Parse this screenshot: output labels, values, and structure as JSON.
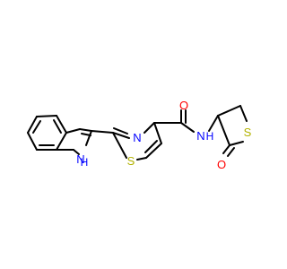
{
  "molecule": {
    "atoms": {
      "indole_n": "N",
      "indole_h": "H",
      "thiazole_n": "N",
      "thiazole_s": "S",
      "carbonyl_o": "O",
      "amide_n": "N",
      "amide_h": "H",
      "ring_s": "S",
      "ketone_o": "O"
    },
    "colors": {
      "bond": "#000000",
      "nitrogen": "#0000ff",
      "sulfur": "#b2b200",
      "oxygen": "#ff0000"
    }
  }
}
